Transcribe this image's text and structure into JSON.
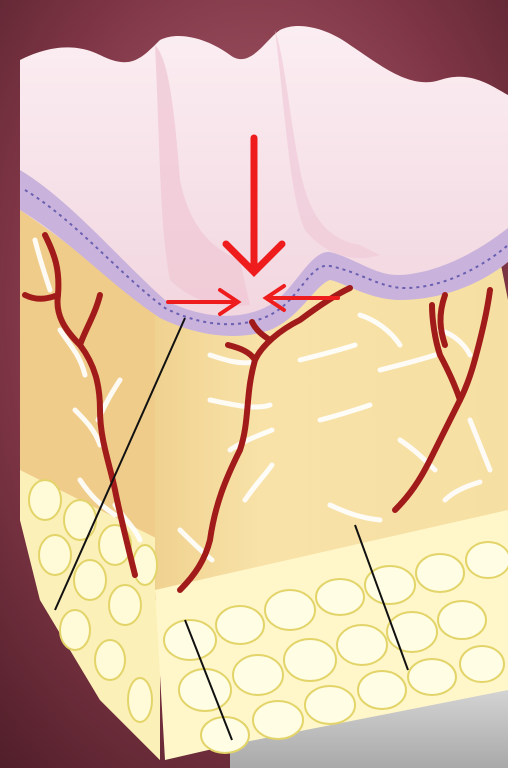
{
  "illustration": {
    "subject": "skin-cross-section-wrinkle",
    "background_color": "#6e2f3b",
    "layers": [
      {
        "name": "epidermis-surface",
        "color": "#f6dce4"
      },
      {
        "name": "basal-layer",
        "color": "#c9b3dc"
      },
      {
        "name": "dermis",
        "color": "#f3dca0"
      },
      {
        "name": "subcutaneous-fat",
        "color": "#fff6c8"
      }
    ],
    "vessel_color": "#a11b1b",
    "fiber_color": "#ffffff",
    "annotation_arrow_color": "#ee1c1c",
    "annotations": [
      {
        "name": "downward-pressure-arrow",
        "direction": "down"
      },
      {
        "name": "compression-arrow-left",
        "direction": "right"
      },
      {
        "name": "compression-arrow-right",
        "direction": "left"
      }
    ]
  }
}
